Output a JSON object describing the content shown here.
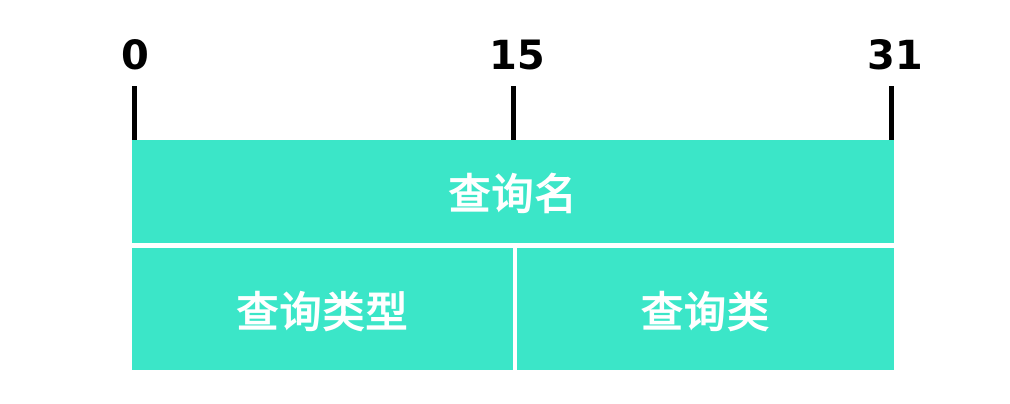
{
  "colors": {
    "field_fill": "#3BE6C8",
    "field_text": "#FFFFFF",
    "tick": "#000000",
    "label": "#000000"
  },
  "bit_labels": {
    "start": "0",
    "middle": "15",
    "end": "31"
  },
  "rows": {
    "row1": {
      "field": "查询名"
    },
    "row2": {
      "left_field": "查询类型",
      "right_field": "查询类"
    }
  }
}
